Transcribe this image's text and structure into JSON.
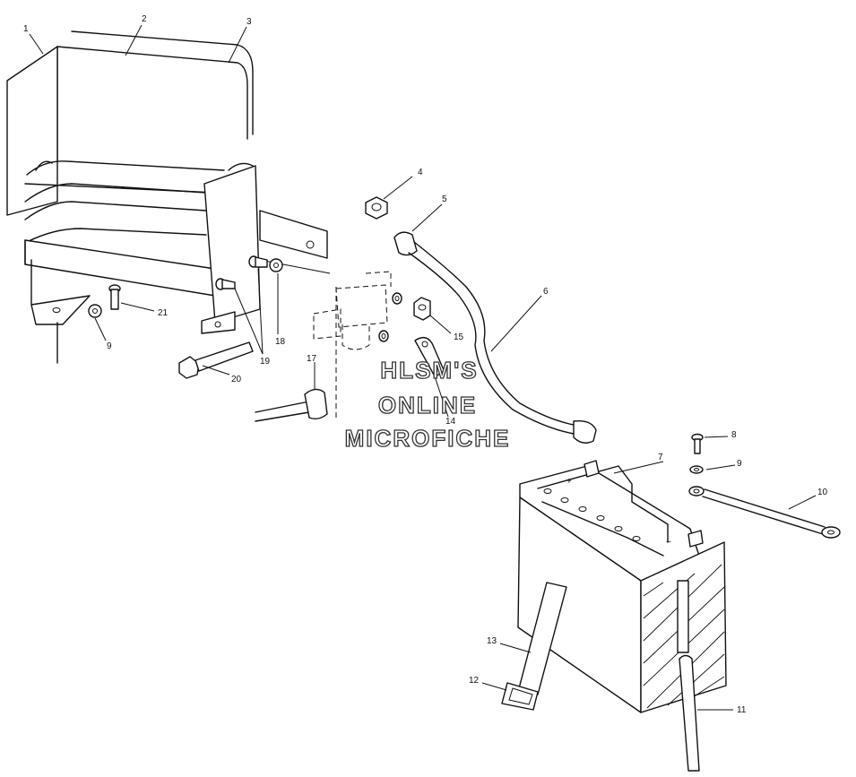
{
  "callouts": [
    "1",
    "2",
    "3",
    "4",
    "5",
    "6",
    "7",
    "8",
    "9",
    "10",
    "11",
    "12",
    "13",
    "14",
    "15",
    "17",
    "18",
    "19",
    "20",
    "21",
    "9"
  ],
  "watermark": {
    "line1": "HLSM'S",
    "line2": "ONLINE",
    "line3": "MICROFICHE"
  },
  "battery_marks": {
    "positive": "+",
    "negative": "−"
  }
}
